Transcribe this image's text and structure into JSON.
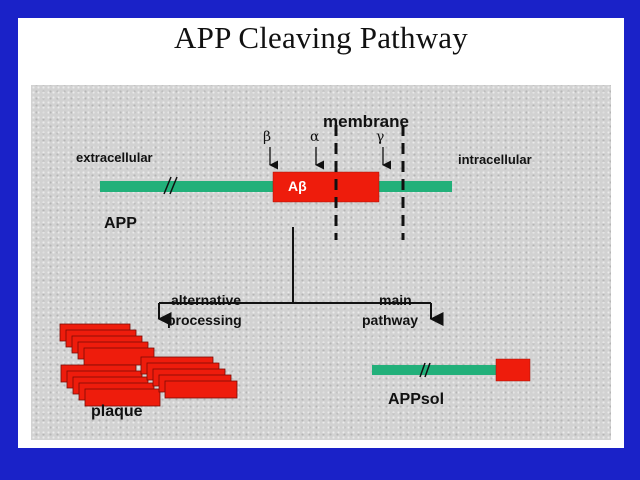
{
  "title": "APP Cleaving Pathway",
  "labels": {
    "membrane": "membrane",
    "extracellular": "extracellular",
    "intracellular": "intracellular",
    "app": "APP",
    "abeta": "Aβ",
    "beta": "β",
    "alpha": "α",
    "gamma": "γ",
    "alternative": "alternative",
    "processing": "processing",
    "main": "main",
    "pathway": "pathway",
    "plaque": "plaque",
    "appsol": "APPsol",
    "break_mark": "//"
  },
  "colors": {
    "background": "#1a22c8",
    "app_strand": "#22b07a",
    "abeta": "#ee1c0c"
  }
}
